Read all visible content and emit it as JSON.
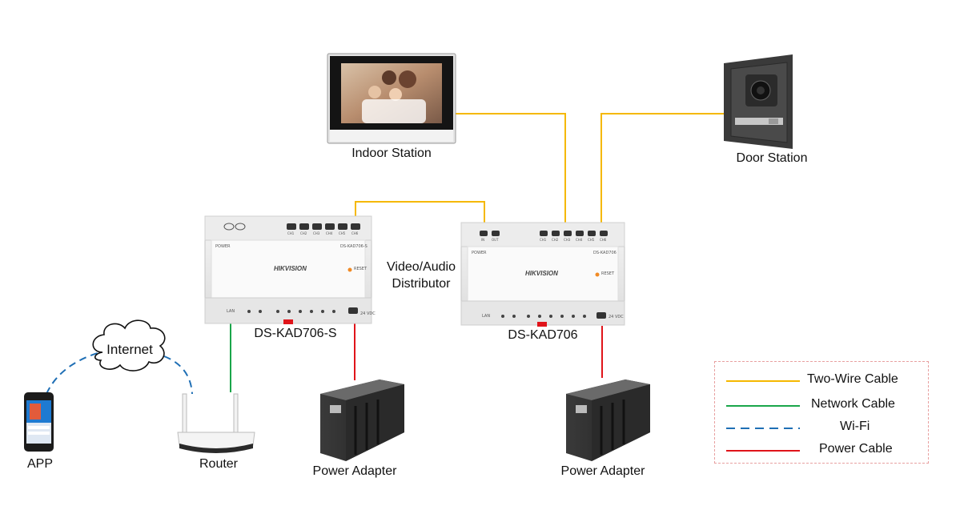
{
  "devices": {
    "indoor_station": "Indoor Station",
    "door_station": "Door Station",
    "distributor_caption": "Video/Audio\nDistributor",
    "ds_kad706s": "DS-KAD706-S",
    "ds_kad706": "DS-KAD706",
    "power_adapter_1": "Power Adapter",
    "power_adapter_2": "Power Adapter",
    "router": "Router",
    "app": "APP",
    "internet": "Internet"
  },
  "device_text": {
    "brand": "HIKVISION",
    "power": "POWER",
    "reset": "RESET",
    "model_s": "DS-KAD706-S",
    "model": "DS-KAD706",
    "lan": "LAN",
    "vdc": "24 VDC",
    "in": "IN",
    "out": "OUT",
    "channels": [
      "CH1",
      "CH2",
      "CH3",
      "CH4",
      "CH5",
      "CH6"
    ]
  },
  "legend": [
    {
      "label": "Two-Wire Cable",
      "color": "#f5b800",
      "style": "solid"
    },
    {
      "label": "Network Cable",
      "color": "#1aa64a",
      "style": "solid"
    },
    {
      "label": "Wi-Fi",
      "color": "#1f6fb5",
      "style": "dashed"
    },
    {
      "label": "Power Cable",
      "color": "#e0141a",
      "style": "solid"
    }
  ]
}
